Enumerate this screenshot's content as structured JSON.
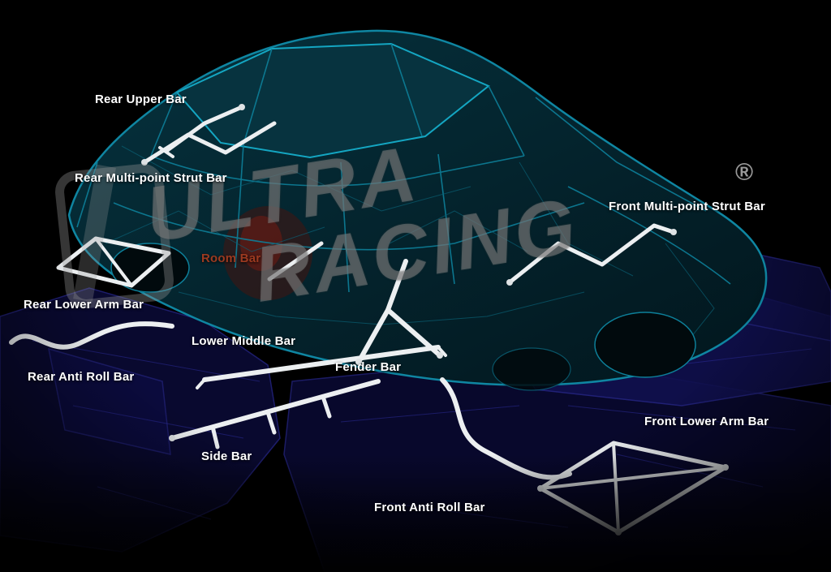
{
  "diagram": {
    "description": "Car chassis x-ray view with Ultra Racing strengthening bars",
    "colors": {
      "background": "#000000",
      "label_text": "#ffffff",
      "room_bar_label_text": "#9c3a20",
      "car_wireframe_teal": "#0f86a2",
      "chassis_blue": "#10104e",
      "bar_white": "#eceff1",
      "watermark_gray": "#9e9e9e"
    },
    "watermark": {
      "brand_top": "ULTRA",
      "brand_bottom": "RACING",
      "registered_mark": "®"
    },
    "labels": [
      {
        "name": "rear-upper-bar",
        "text": "Rear Upper Bar"
      },
      {
        "name": "rear-multi-point-strut-bar",
        "text": "Rear Multi-point Strut Bar"
      },
      {
        "name": "front-multi-point-strut-bar",
        "text": "Front Multi-point Strut Bar"
      },
      {
        "name": "room-bar",
        "text": "Room Bar"
      },
      {
        "name": "rear-lower-arm-bar",
        "text": "Rear Lower Arm Bar"
      },
      {
        "name": "lower-middle-bar",
        "text": "Lower Middle Bar"
      },
      {
        "name": "rear-anti-roll-bar",
        "text": "Rear Anti Roll Bar"
      },
      {
        "name": "fender-bar",
        "text": "Fender Bar"
      },
      {
        "name": "side-bar",
        "text": "Side Bar"
      },
      {
        "name": "front-anti-roll-bar",
        "text": "Front Anti Roll Bar"
      },
      {
        "name": "front-lower-arm-bar",
        "text": "Front Lower Arm Bar"
      }
    ]
  }
}
